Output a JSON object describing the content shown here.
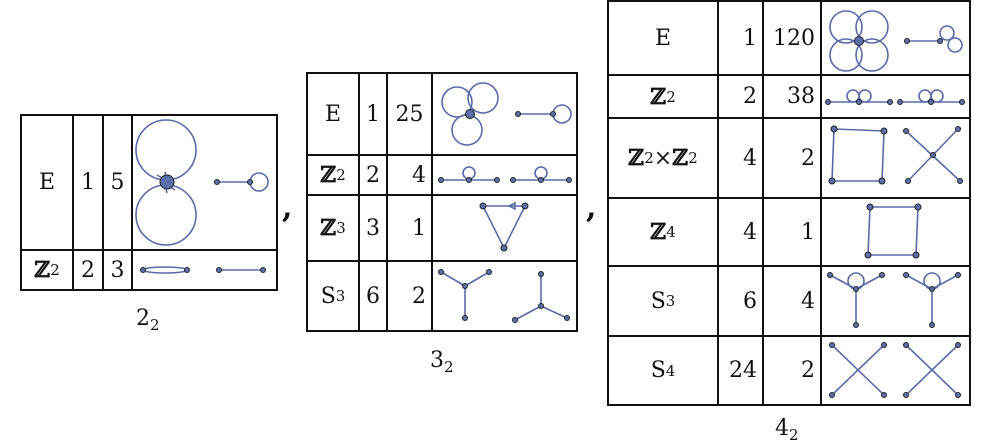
{
  "tables": [
    {
      "caption": {
        "main": "2",
        "sub": "2"
      },
      "rows": [
        {
          "group": "E",
          "order": "1",
          "count": "5"
        },
        {
          "group": "ℤ",
          "group_sub": "2",
          "order": "2",
          "count": "3"
        }
      ]
    },
    {
      "caption": {
        "main": "3",
        "sub": "2"
      },
      "rows": [
        {
          "group": "E",
          "order": "1",
          "count": "25"
        },
        {
          "group": "ℤ",
          "group_sub": "2",
          "order": "2",
          "count": "4"
        },
        {
          "group": "ℤ",
          "group_sub": "3",
          "order": "3",
          "count": "1"
        },
        {
          "group": "S",
          "group_sub": "3",
          "order": "6",
          "count": "2"
        }
      ]
    },
    {
      "caption": {
        "main": "4",
        "sub": "2"
      },
      "rows": [
        {
          "group": "E",
          "order": "1",
          "count": "120"
        },
        {
          "group": "ℤ",
          "group_sub": "2",
          "order": "2",
          "count": "38"
        },
        {
          "group": "ℤ",
          "group_sub": "2",
          "group_mid": "×",
          "group2": "ℤ",
          "group2_sub": "2",
          "order": "4",
          "count": "2"
        },
        {
          "group": "ℤ",
          "group_sub": "4",
          "order": "4",
          "count": "1"
        },
        {
          "group": "S",
          "group_sub": "3",
          "order": "6",
          "count": "4"
        },
        {
          "group": "S",
          "group_sub": "4",
          "order": "24",
          "count": "2"
        }
      ]
    }
  ],
  "separator": ",",
  "colors": {
    "edge": "#5a6aa6",
    "node": "#5d6faa",
    "border": "#111111"
  }
}
